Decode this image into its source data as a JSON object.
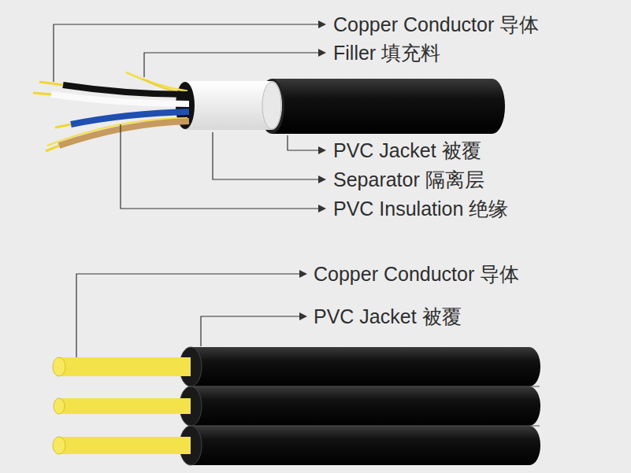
{
  "diagram": {
    "labels": [
      "Copper Conductor 导体",
      "Filler 填充料",
      "PVC Jacket 被覆",
      "Separator 隔离层",
      "PVC Insulation 绝缘",
      "Copper Conductor 导体",
      "PVC Jacket 被覆"
    ]
  }
}
